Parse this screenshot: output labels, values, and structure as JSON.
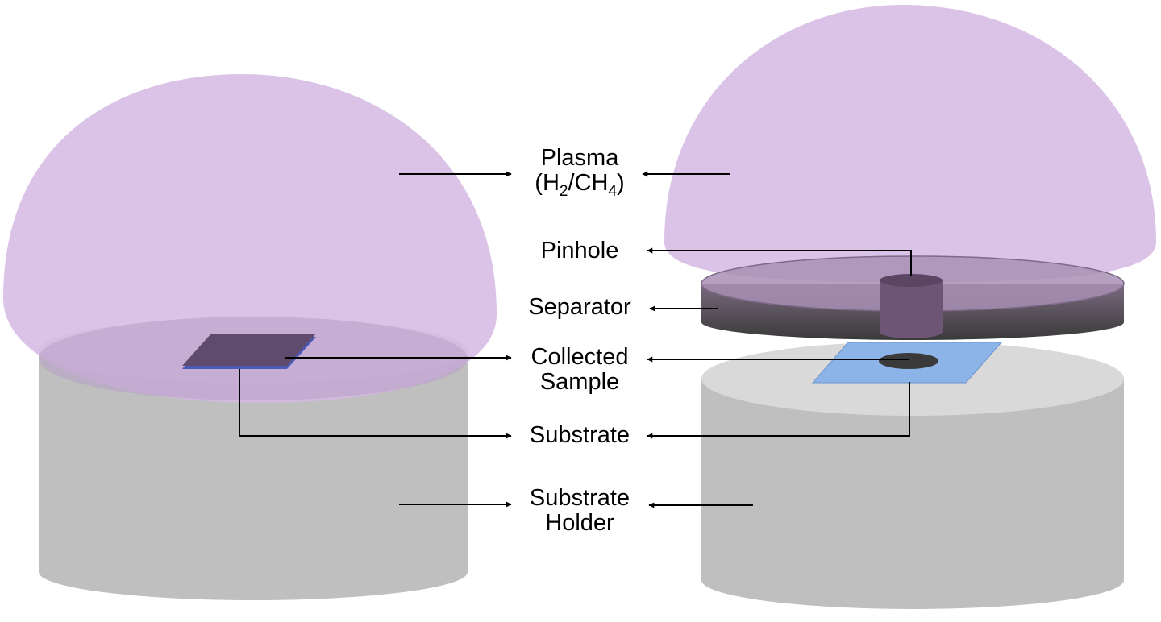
{
  "labels": {
    "plasma_line1": "Plasma",
    "plasma_open": "(H",
    "plasma_sub1": "2",
    "plasma_mid": "/CH",
    "plasma_sub2": "4",
    "plasma_close": ")",
    "pinhole": "Pinhole",
    "separator": "Separator",
    "collected_line1": "Collected",
    "collected_line2": "Sample",
    "substrate": "Substrate",
    "holder_line1": "Substrate",
    "holder_line2": "Holder"
  },
  "colors": {
    "plasma": "#dcc6e9",
    "holder_side": "#bfbfbf",
    "holder_top": "#d9d9d9",
    "separator": "#8a7b90",
    "pinhole": "#5f4a67",
    "substrate_blue": "#8cb4e8",
    "sample_dark": "#5c4a6c",
    "sample_spot": "#3a3a3a",
    "arrow": "#000000"
  }
}
